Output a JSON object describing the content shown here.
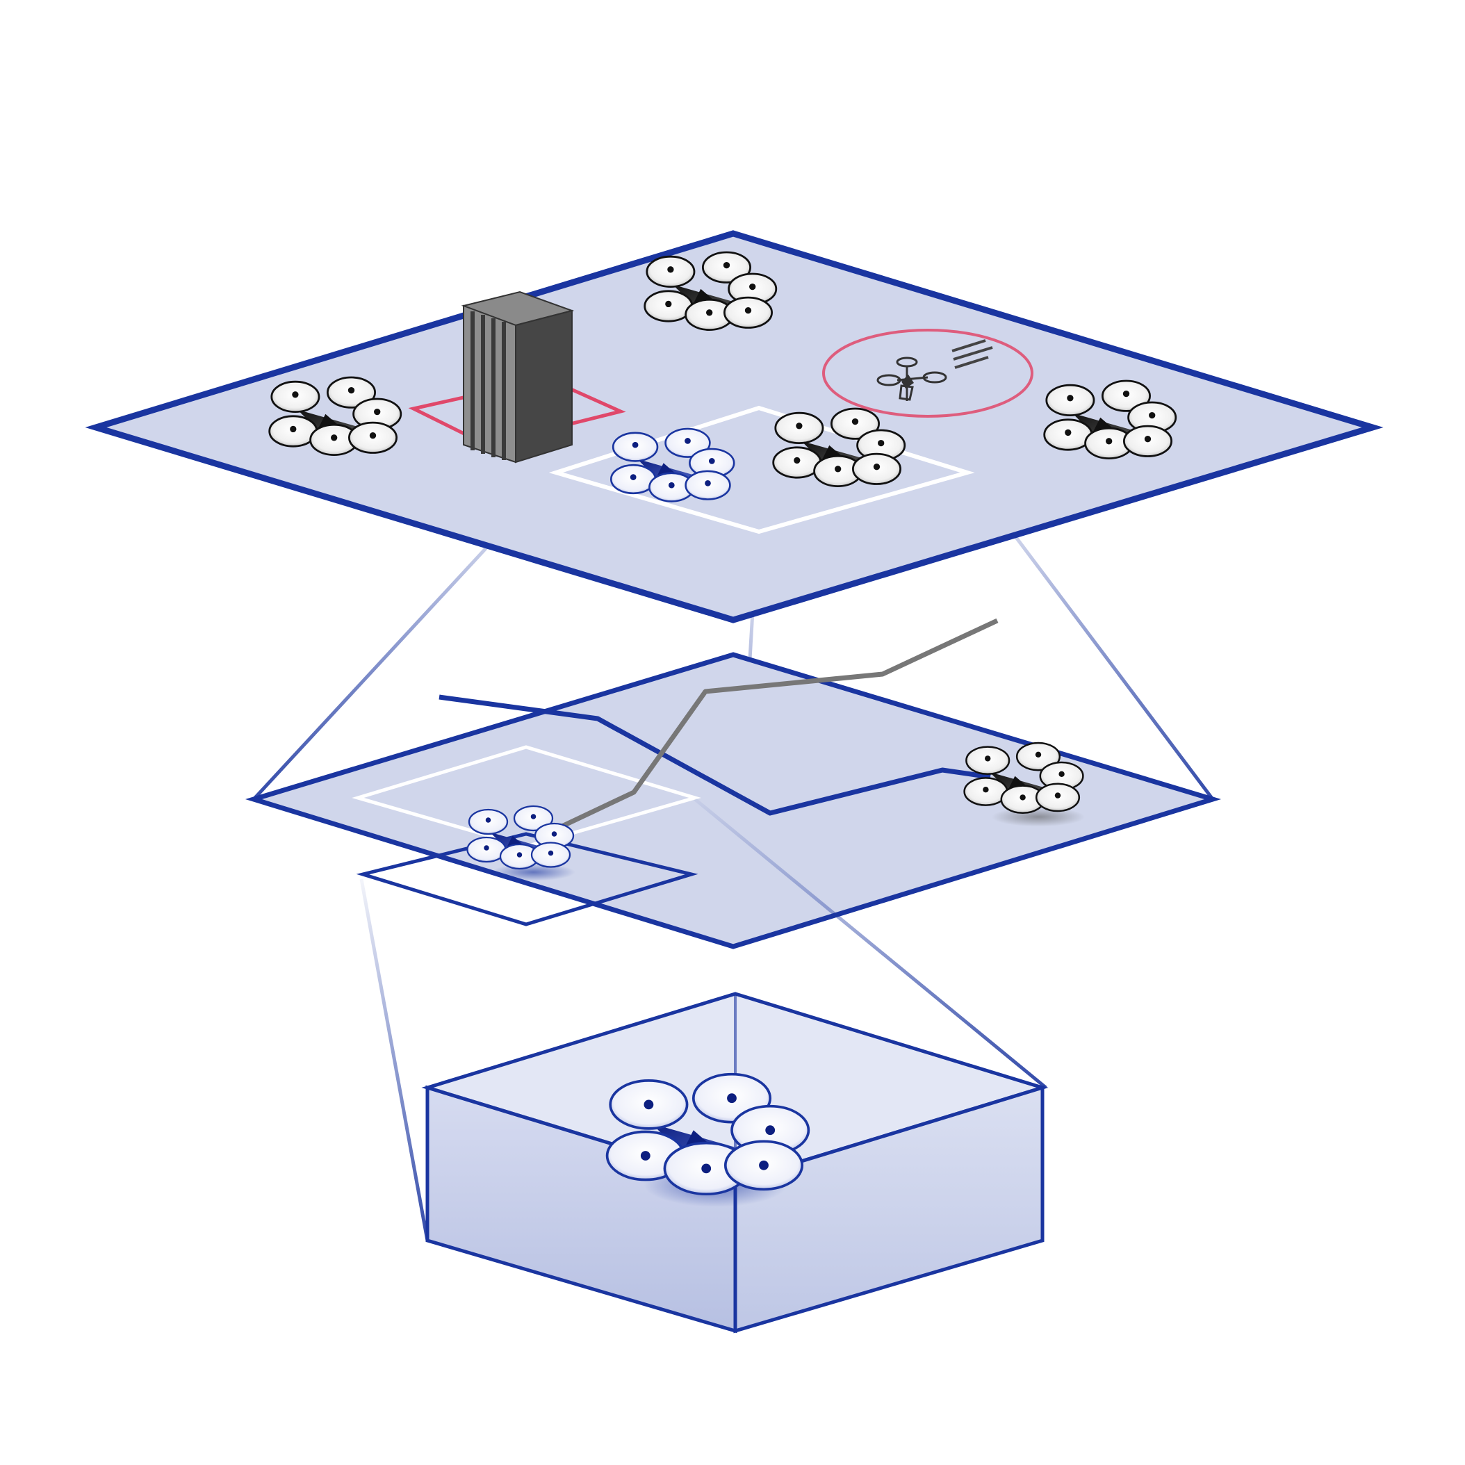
{
  "diagram": {
    "description_text": "",
    "colors": {
      "plane_fill": "#d0d6eb",
      "plane_stroke": "#1a35a0",
      "box_fill_light": "#e2e6f4",
      "box_fill_mid": "#c9d0ea",
      "box_fill_dark": "#aeb8de",
      "highlight_square": "#ffffff",
      "obstacle_zone": "#e0486a",
      "trajectory_planned": "#1a35a0",
      "trajectory_actual": "#777777",
      "building_dark": "#464646",
      "building_light": "#8e8e8e",
      "connector": "#1a35a0"
    },
    "layers": [
      {
        "name": "top-plane",
        "role": "swarm-level airspace"
      },
      {
        "name": "middle-plane",
        "role": "local trajectory planning"
      },
      {
        "name": "bottom-box",
        "role": "single-drone volume"
      }
    ],
    "icons": [
      "drone-icon",
      "highlighted-drone-icon",
      "building-icon",
      "intruder-drone-icon",
      "motion-lines-icon"
    ]
  }
}
